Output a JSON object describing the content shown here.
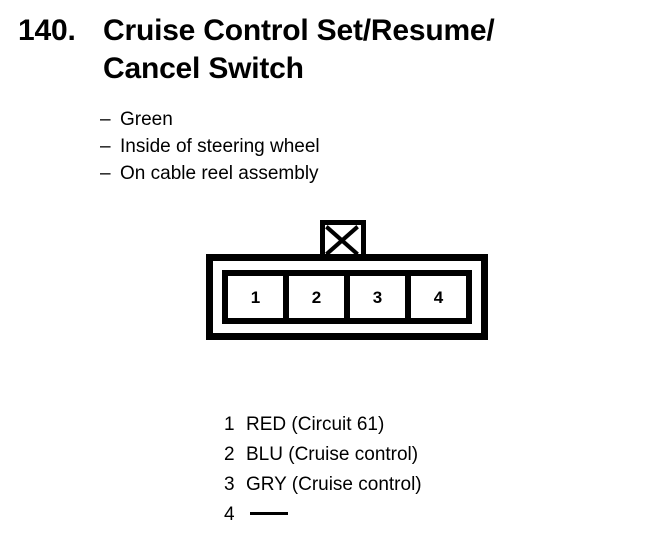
{
  "page": {
    "background_color": "#ffffff",
    "ink_color": "#000000"
  },
  "heading": {
    "number": "140.",
    "line1": "Cruise Control Set/Resume/",
    "line2": "Cancel Switch",
    "full_title": "Cruise Control Set/Resume/Cancel Switch"
  },
  "bullets": [
    {
      "dash": "–",
      "text": "Green"
    },
    {
      "dash": "–",
      "text": "Inside of steering wheel"
    },
    {
      "dash": "–",
      "text": "On cable reel assembly"
    }
  ],
  "connector": {
    "tab_label": "locking-tab-x",
    "pins": [
      {
        "number": "1"
      },
      {
        "number": "2"
      },
      {
        "number": "3"
      },
      {
        "number": "4"
      }
    ]
  },
  "legend": [
    {
      "pin": "1",
      "label": "RED (Circuit 61)"
    },
    {
      "pin": "2",
      "label": "BLU (Cruise control)"
    },
    {
      "pin": "3",
      "label": "GRY (Cruise control)"
    },
    {
      "pin": "4",
      "label": ""
    }
  ]
}
